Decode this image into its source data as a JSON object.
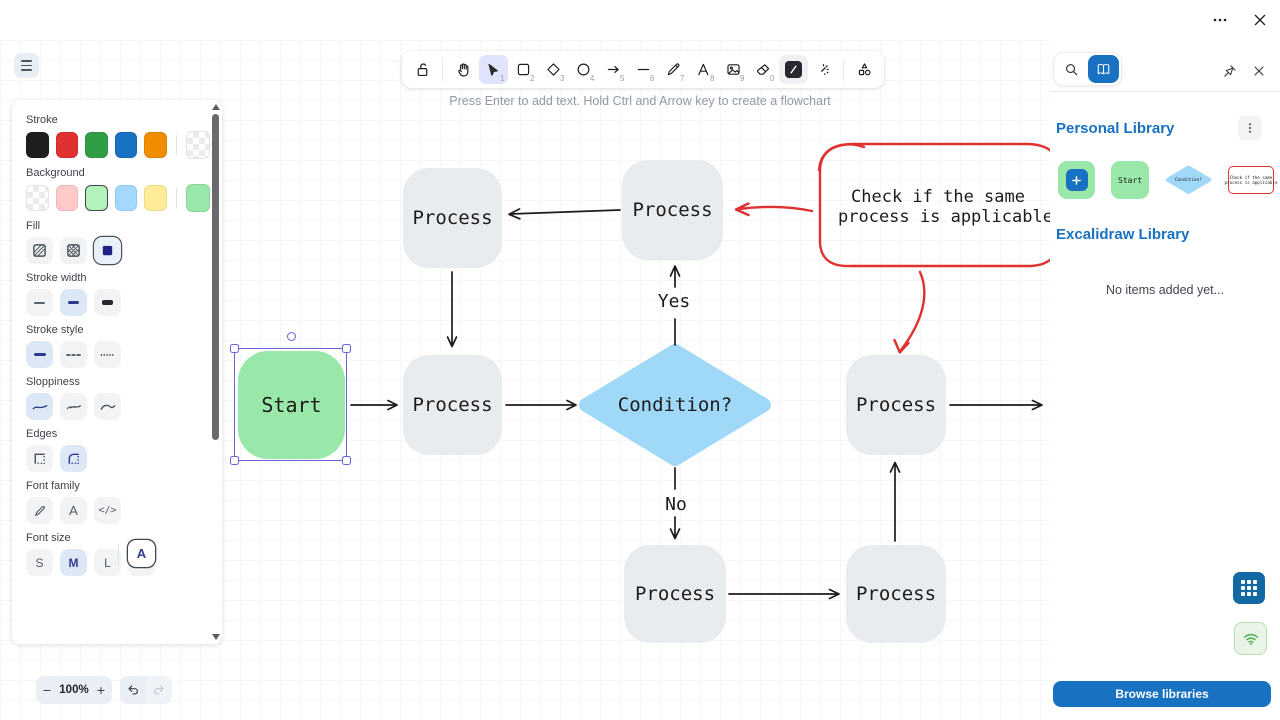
{
  "window": {
    "more_icon": "ellipsis",
    "close_icon": "x"
  },
  "toolbar": {
    "hint": "Press Enter to add text. Hold Ctrl and Arrow key to create a flowchart",
    "tools": [
      {
        "name": "lock",
        "badge": ""
      },
      {
        "name": "hand",
        "badge": ""
      },
      {
        "name": "selection",
        "badge": "1",
        "active": true
      },
      {
        "name": "rectangle",
        "badge": "2"
      },
      {
        "name": "diamond",
        "badge": "3"
      },
      {
        "name": "ellipse",
        "badge": "4"
      },
      {
        "name": "arrow",
        "badge": "5"
      },
      {
        "name": "line",
        "badge": "6"
      },
      {
        "name": "draw",
        "badge": "7"
      },
      {
        "name": "text",
        "badge": "8"
      },
      {
        "name": "image",
        "badge": "9"
      },
      {
        "name": "eraser",
        "badge": "0"
      },
      {
        "name": "frame",
        "badge": ""
      },
      {
        "name": "laser",
        "badge": ""
      },
      {
        "name": "shapes",
        "badge": ""
      }
    ]
  },
  "properties_panel": {
    "stroke_label": "Stroke",
    "background_label": "Background",
    "fill_label": "Fill",
    "stroke_width_label": "Stroke width",
    "stroke_style_label": "Stroke style",
    "sloppiness_label": "Sloppiness",
    "edges_label": "Edges",
    "font_family_label": "Font family",
    "font_size_label": "Font size",
    "font_sizes": {
      "s": "S",
      "m": "M",
      "l": "L",
      "xl": "XL"
    },
    "stroke_colors": [
      "#1e1e1e",
      "#e03131",
      "#2f9e44",
      "#1971c2",
      "#f08c00"
    ],
    "background_colors": [
      "transparent",
      "#ffc9c9",
      "#b2f2bb",
      "#a5d8ff",
      "#ffec99"
    ],
    "current_background": "#9ae8a9",
    "font_family_current": "A"
  },
  "flowchart": {
    "nodes": {
      "start": "Start",
      "process": "Process",
      "condition": "Condition?",
      "yes": "Yes",
      "no": "No"
    },
    "annotation": {
      "line1": "Check if the same",
      "line2": "process is applicable"
    },
    "colors": {
      "node_gray": "#e9ecef",
      "start_green": "#9ae8a9",
      "condition_blue": "#a0d8f8",
      "annotation_red": "#e03131",
      "selection_purple": "#6965db"
    }
  },
  "footer": {
    "zoom_out": "−",
    "zoom_value": "100%",
    "zoom_in": "+"
  },
  "sidebar": {
    "personal_library_heading": "Personal Library",
    "excalidraw_library_heading": "Excalidraw Library",
    "empty_message": "No items added yet...",
    "browse_button": "Browse libraries",
    "items": {
      "start": "Start",
      "condition": "Condition?",
      "note_line1": "Check if the same",
      "note_line2": "process is applicable"
    },
    "accent_color": "#1971c2"
  }
}
